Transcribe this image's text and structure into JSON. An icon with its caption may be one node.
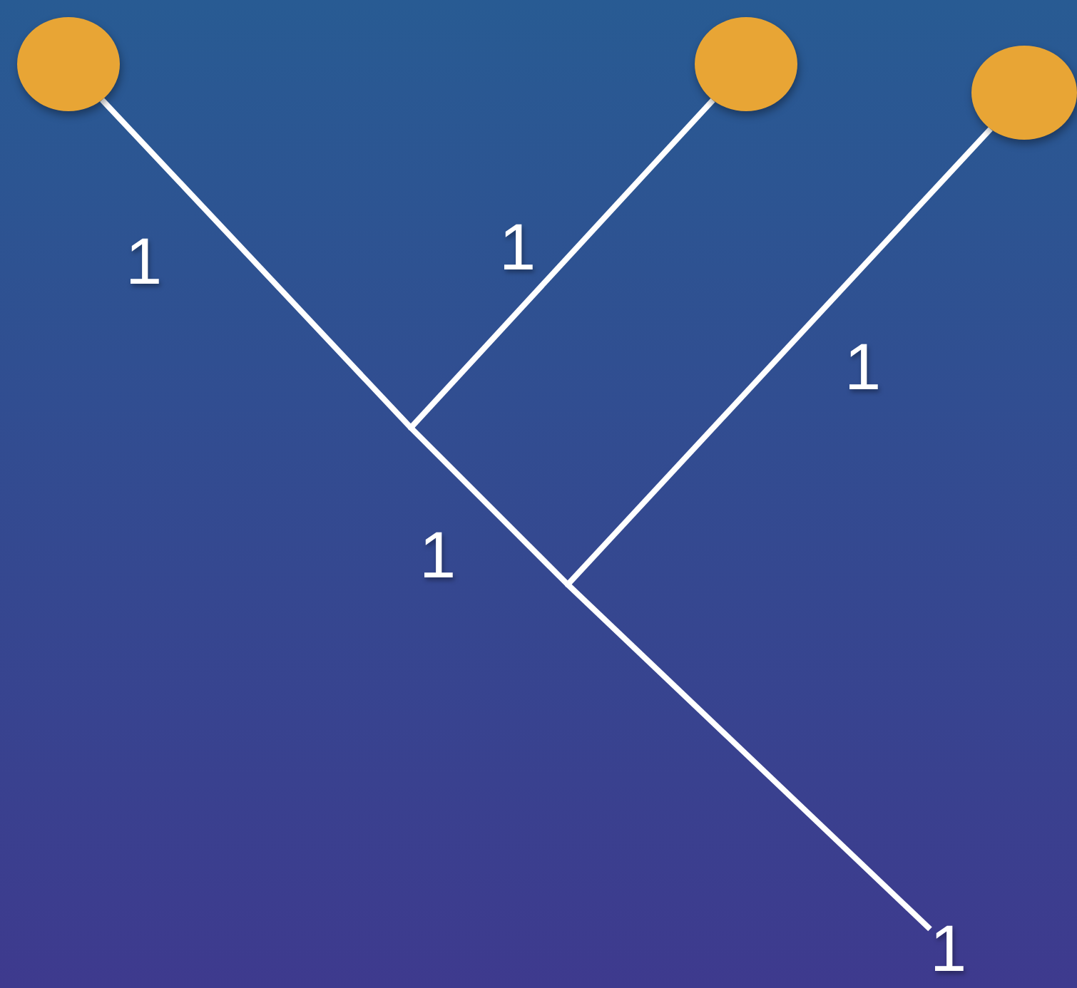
{
  "diagram": {
    "nodes": [
      {
        "text": [],
        "shape": "circle"
      },
      {
        "text": [],
        "shape": "circle"
      },
      {
        "text": [],
        "shape": "circle"
      },
      {
        "text": [],
        "shape": "point"
      },
      {
        "text": [],
        "shape": "point"
      },
      {
        "text": [
          "1"
        ]
      }
    ],
    "edges": [
      {
        "from": 0,
        "to": 3,
        "arrow": "none",
        "label": "1"
      },
      {
        "from": 1,
        "to": 3,
        "arrow": "none",
        "label": "1"
      },
      {
        "from": 2,
        "to": 4,
        "arrow": "none",
        "label": "1"
      },
      {
        "from": 3,
        "to": 4,
        "arrow": "none",
        "label": "1"
      },
      {
        "from": 4,
        "to": 5,
        "arrow": "none"
      }
    ]
  }
}
